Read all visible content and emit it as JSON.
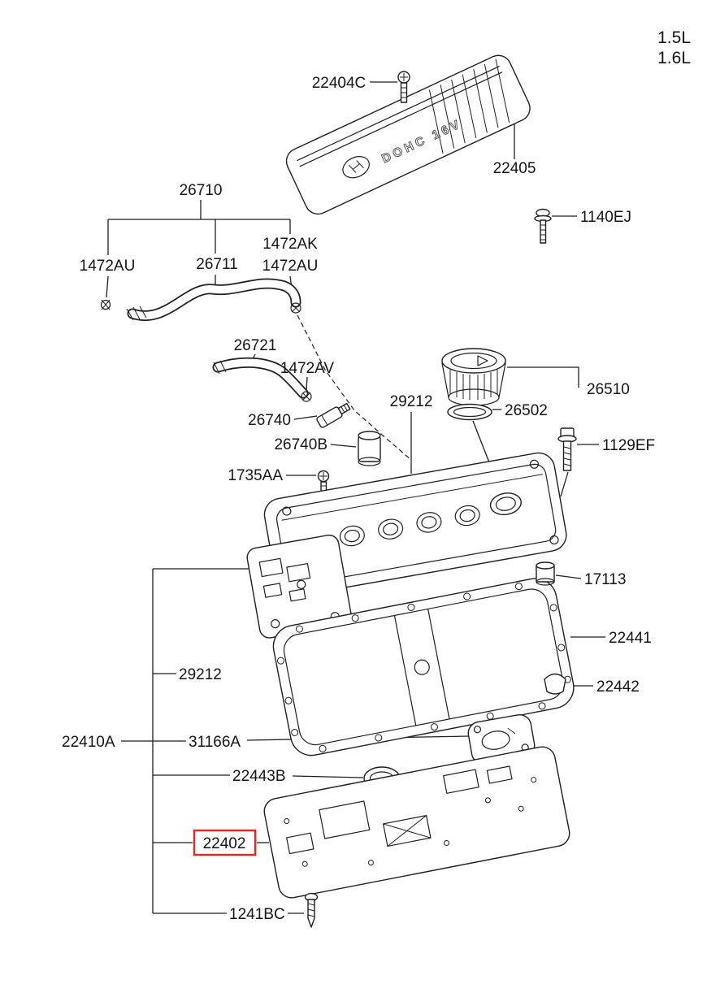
{
  "page": {
    "background": "#ffffff",
    "highlight_color": "#e8261d"
  },
  "engine": {
    "variant_top": "1.5L",
    "variant_bottom": "1.6L"
  },
  "cover_text": "DOHC 16V",
  "labels": {
    "p22404C": "22404C",
    "p22405": "22405",
    "p1140EJ": "1140EJ",
    "p26710": "26710",
    "p1472AK": "1472AK",
    "p1472AU_right": "1472AU",
    "p26711": "26711",
    "p1472AU_left": "1472AU",
    "p26721": "26721",
    "p1472AV": "1472AV",
    "p26740": "26740",
    "p26740B": "26740B",
    "p29212_upper": "29212",
    "p1735AA": "1735AA",
    "p26502": "26502",
    "p26510": "26510",
    "p1129EF": "1129EF",
    "p17113": "17113",
    "p22441": "22441",
    "p22442": "22442",
    "p29212_lower": "29212",
    "p22410A": "22410A",
    "p31166A": "31166A",
    "p22443B": "22443B",
    "p22402": "22402",
    "p1241BC": "1241BC"
  }
}
